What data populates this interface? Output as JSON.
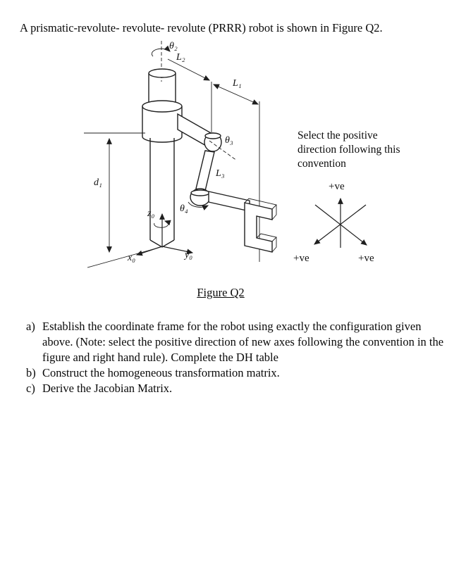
{
  "colors": {
    "ink": "#1a1a1a",
    "background": "#ffffff"
  },
  "intro": "A prismatic-revolute- revolute- revolute (PRRR) robot is shown in Figure Q2.",
  "figure": {
    "caption": "Figure Q2",
    "labels": {
      "theta2": "θ₂",
      "l2": "L₂",
      "l1": "L₁",
      "theta3": "θ₃",
      "l3": "L₃",
      "d1": "d₁",
      "z0": "z₀",
      "theta4": "θ₄",
      "x0": "x₀",
      "y0": "ŷ₀"
    },
    "convention": {
      "instruction": "Select the positive direction following this convention",
      "positive_top": "+ve",
      "positive_left": "+ve",
      "positive_right": "+ve"
    }
  },
  "questions": [
    {
      "label": "a)",
      "text": "Establish the coordinate frame for the robot using exactly the configuration given above. (Note: select the positive direction of new axes following the convention in the figure and right hand rule). Complete the DH table"
    },
    {
      "label": "b)",
      "text": "Construct the homogeneous transformation matrix."
    },
    {
      "label": "c)",
      "text": "Derive the Jacobian Matrix."
    }
  ]
}
